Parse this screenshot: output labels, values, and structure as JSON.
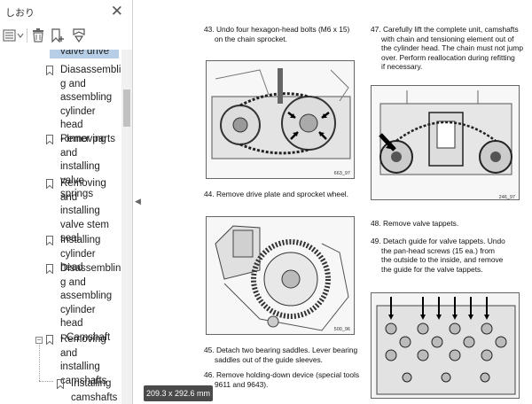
{
  "panel": {
    "title": "しおり",
    "bookmarks": [
      {
        "label": "valve drive",
        "child": false
      },
      {
        "label": "Diasassembling and assembling cylinder head - Inner parts",
        "child": false
      },
      {
        "label": "Removing and installing valve springs",
        "child": false
      },
      {
        "label": "Removing and installing valve stem seal",
        "child": false
      },
      {
        "label": "Installing cylinder head",
        "child": false
      },
      {
        "label": "Disassembling and assembling cylinder head - Camshaft",
        "child": false
      },
      {
        "label": "Removing and installing camshafts",
        "child": false
      },
      {
        "label": "Installing camshafts",
        "child": true
      }
    ],
    "bookmark_lines": [
      [
        "valve drive"
      ],
      [
        "Diasassemblin",
        "g and",
        "assembling",
        "cylinder head",
        "- Inner parts"
      ],
      [
        "Removing",
        "and installing",
        "valve springs"
      ],
      [
        "Removing",
        "and installing",
        "valve stem",
        "seal"
      ],
      [
        "Installing",
        "cylinder head"
      ],
      [
        "Disassemblin",
        "g and",
        "assembling",
        "cylinder head",
        "- Camshaft"
      ],
      [
        "Removing",
        "and installing",
        "camshafts"
      ],
      [
        "Installing",
        "camshafts"
      ]
    ]
  },
  "document": {
    "step43": [
      "43. Undo four hexagon-head bolts (M6 x 15)",
      "on the chain sprocket."
    ],
    "fig1_label": "663_97",
    "step44": "44. Remove drive plate and sprocket wheel.",
    "fig2_label": "500_96",
    "step45": [
      "45. Detach two bearing saddles. Lever bearing",
      "saddles out of the guide sleeves."
    ],
    "step46": [
      "46. Remove holding-down device (special tools",
      "9611 and 9643)."
    ],
    "step47": [
      "47. Carefully lift the complete unit, camshafts",
      "with chain and tensioning element out of",
      "the cylinder head. The chain must not jump",
      "over. Perform reallocation during refitting",
      "if necessary."
    ],
    "fig3_label": "246_97",
    "step48": "48. Remove valve tappets.",
    "step49": [
      "49. Detach guide for valve tappets. Undo",
      "the pan-head screws (15 ea.) from",
      "the outside to the inside, and remove",
      "the guide for the valve tappets."
    ]
  },
  "size_tooltip": "209.3 x 292.6 mm"
}
